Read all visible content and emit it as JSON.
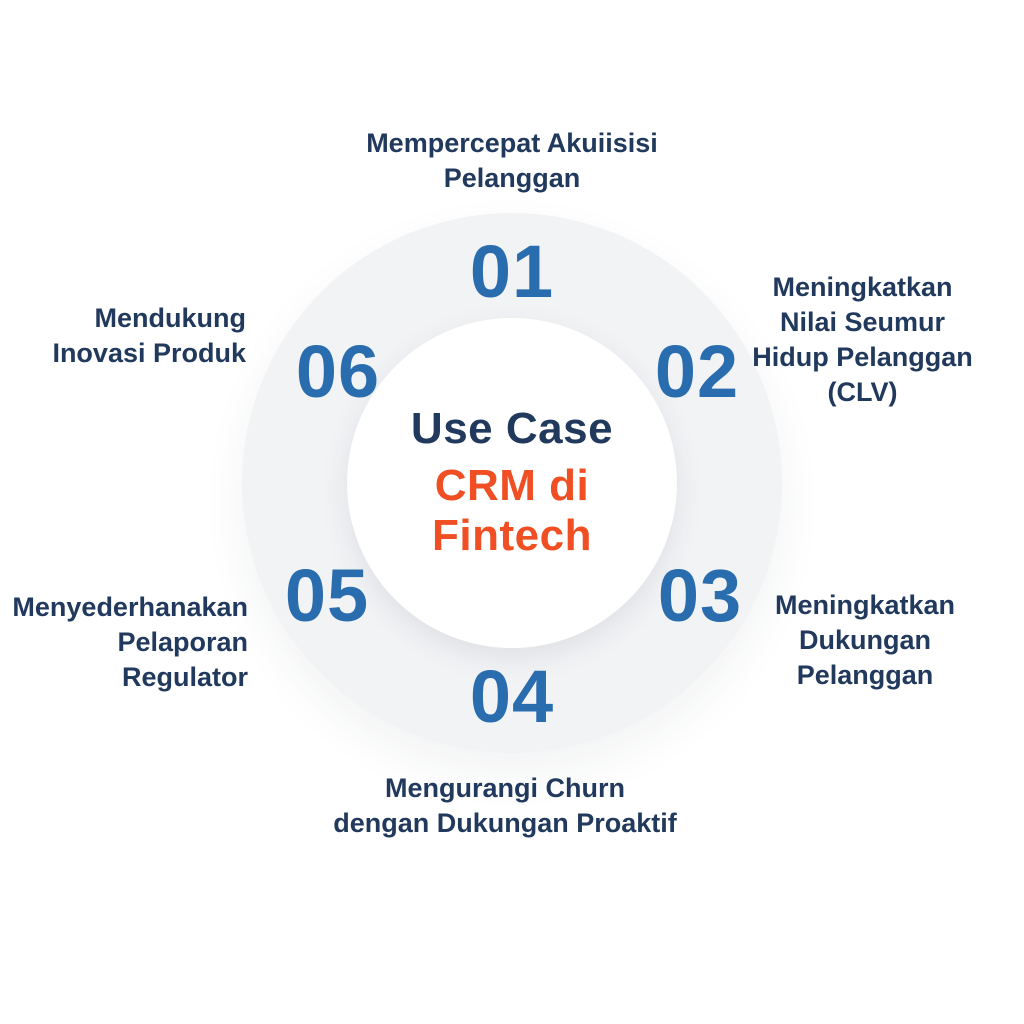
{
  "diagram": {
    "center": {
      "title": "Use Case",
      "subtitle": "CRM di\nFintech"
    },
    "items": [
      {
        "number": "01",
        "label": "Mempercepat Akuiisisi\nPelanggan"
      },
      {
        "number": "02",
        "label": "Meningkatkan\nNilai Seumur\nHidup Pelanggan\n(CLV)"
      },
      {
        "number": "03",
        "label": "Meningkatkan\nDukungan\nPelanggan"
      },
      {
        "number": "04",
        "label": "Mengurangi Churn\ndengan Dukungan Proaktif"
      },
      {
        "number": "05",
        "label": "Menyederhanakan\nPelaporan\nRegulator"
      },
      {
        "number": "06",
        "label": "Mendukung\nInovasi Produk"
      }
    ],
    "colors": {
      "number_blue": "#2a6daf",
      "heading_navy": "#21395c",
      "accent_orange": "#f04f23",
      "ring_gray": "#f2f3f5",
      "background": "#ffffff"
    }
  }
}
